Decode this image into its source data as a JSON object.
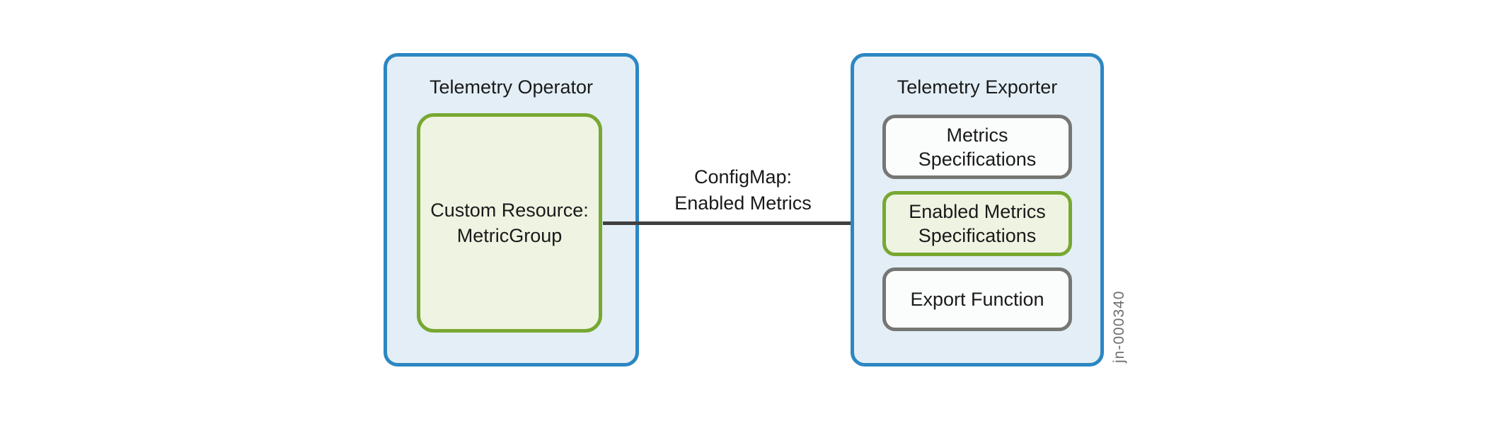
{
  "diagram": {
    "figure_id": "jn-000340",
    "operator": {
      "title": "Telemetry Operator",
      "custom_resource": {
        "line1": "Custom Resource:",
        "line2": "MetricGroup"
      }
    },
    "arrow": {
      "label_line1": "ConfigMap:",
      "label_line2": "Enabled Metrics"
    },
    "exporter": {
      "title": "Telemetry Exporter",
      "boxes": [
        {
          "lines": [
            "Metrics",
            "Specifications"
          ],
          "style": "gray"
        },
        {
          "lines": [
            "Enabled Metrics",
            "Specifications"
          ],
          "style": "green"
        },
        {
          "lines": [
            "Export Function"
          ],
          "style": "gray"
        }
      ]
    },
    "colors": {
      "blue_border": "#2c87c2",
      "blue_fill": "#e3eef6",
      "green_border": "#77a832",
      "green_fill": "#eff3e1",
      "gray_border": "#767675",
      "white_fill": "#fbfcfc",
      "arrow": "#404040",
      "text": "#1a1a1a",
      "figure_id_text": "#6e6e6e"
    }
  }
}
